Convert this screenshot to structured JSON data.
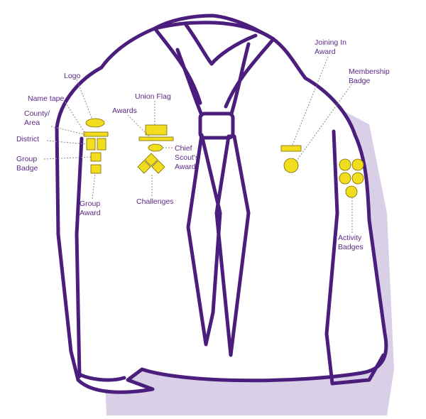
{
  "labels": {
    "logo": "Logo",
    "name_tape": "Name tape",
    "county_area_1": "County/",
    "county_area_2": "Area",
    "district": "District",
    "group_badge_1": "Group",
    "group_badge_2": "Badge",
    "group_award_1": "Group",
    "group_award_2": "Award",
    "union_flag": "Union Flag",
    "awards": "Awards",
    "chief_scout_1": "Chief",
    "chief_scout_2": "Scout's",
    "chief_scout_3": "Award",
    "challenges": "Challenges",
    "joining_in_1": "Joining In",
    "joining_in_2": "Award",
    "membership_1": "Membership",
    "membership_2": "Badge",
    "activity_1": "Activity",
    "activity_2": "Badges"
  },
  "colors": {
    "outline": "#4b1e7e",
    "badge": "#f2dc1e",
    "label": "#5b2a86",
    "shadow": "#d9cfe6"
  }
}
